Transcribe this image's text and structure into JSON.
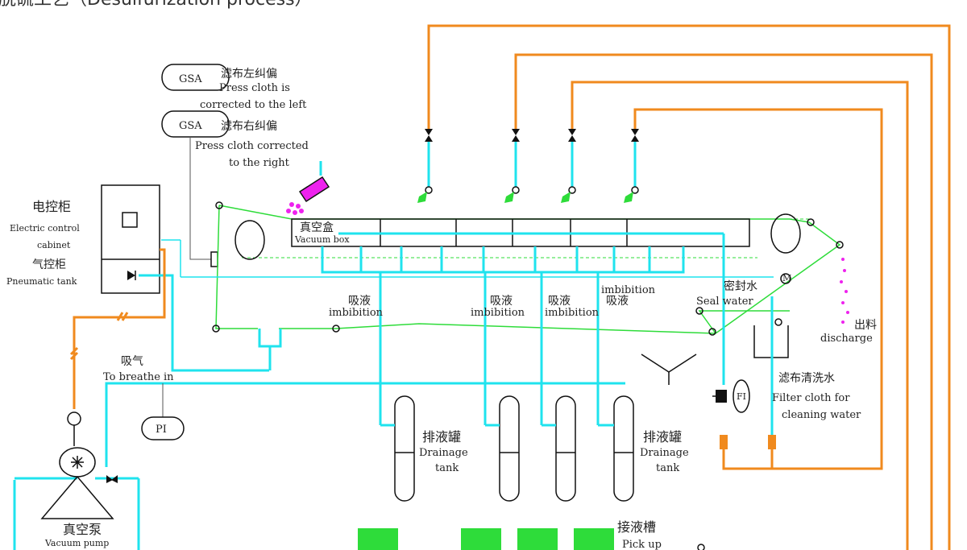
{
  "title": "脱硫工艺（Desulfurization process）",
  "gsa": {
    "tag1": "GSA",
    "left_cn": "滤布左纠偏",
    "left_en_1": "Press cloth is",
    "left_en_2": "corrected to the left",
    "tag2": "GSA",
    "right_cn": "滤布右纠偏",
    "right_en_1": "Press cloth corrected",
    "right_en_2": "to the right"
  },
  "cabinet": {
    "cn": "电控柜",
    "en_1": "Electric control",
    "en_2": "cabinet"
  },
  "pneumatic": {
    "cn": "气控柜",
    "en": "Pneumatic tank"
  },
  "vacuum_box": {
    "cn": "真空盒",
    "en": "Vacuum box"
  },
  "imbibition": {
    "cn_1": "吸液",
    "en_1": "imbibition",
    "cn_2": "吸液",
    "en_2": "imbibition",
    "cn_3": "吸液",
    "en_3": "imbibition",
    "en_4": "imbibition",
    "cn_4": "吸液"
  },
  "seal_water": {
    "cn": "密封水",
    "en": "Seal water"
  },
  "discharge": {
    "cn": "出料",
    "en": "discharge"
  },
  "breathe": {
    "cn": "吸气",
    "en": "To breathe in"
  },
  "pi_tag": "PI",
  "fi_tag": "FI",
  "motor_tag": "M",
  "filter_wash": {
    "cn": "滤布清洗水",
    "en_1": "Filter cloth for",
    "en_2": "cleaning water"
  },
  "drainage_left": {
    "cn": "排液罐",
    "en_1": "Drainage",
    "en_2": "tank"
  },
  "drainage_right": {
    "cn": "排液罐",
    "en_1": "Drainage",
    "en_2": "tank"
  },
  "pickup": {
    "cn": "接液槽",
    "en": "Pick up"
  },
  "vacuum_pump": {
    "cn": "真空泵",
    "en": "Vacuum pump"
  },
  "colors": {
    "water": "#1fe3ee",
    "air": "#f08a1e",
    "cloth": "#2edc3a",
    "slurry": "#ee22ee"
  }
}
